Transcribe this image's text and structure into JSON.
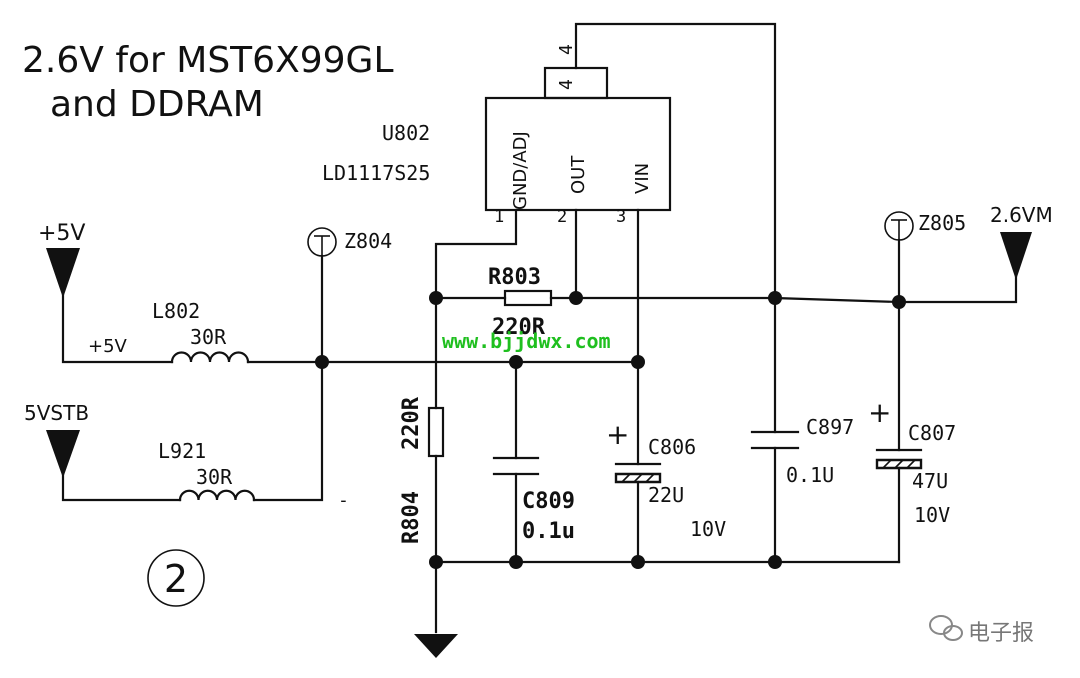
{
  "title": {
    "line1": "2.6V for MST6X99GL",
    "line2": "and DDRAM"
  },
  "regulator": {
    "ref": "U802",
    "part": "LD1117S25",
    "tab_pin": "4",
    "tab_pin_top": "4",
    "pins": [
      {
        "number": "1",
        "name": "GND/ADJ"
      },
      {
        "number": "2",
        "name": "OUT"
      },
      {
        "number": "3",
        "name": "VIN"
      }
    ]
  },
  "power_inputs": {
    "plus5v": "+5V",
    "plus5v_net": "+5V",
    "standby": "5VSTB"
  },
  "output_rail": "2.6VM",
  "test_points": [
    "Z804",
    "Z805"
  ],
  "inductors": [
    {
      "ref": "L802",
      "value": "30R"
    },
    {
      "ref": "L921",
      "value": "30R"
    }
  ],
  "resistors": [
    {
      "ref": "R803",
      "value": "220R"
    },
    {
      "ref": "R804",
      "value": "220R"
    }
  ],
  "capacitors": [
    {
      "ref": "C809",
      "value": "0.1u",
      "voltage": ""
    },
    {
      "ref": "C806",
      "value": "22U",
      "voltage": "10V"
    },
    {
      "ref": "C897",
      "value": "0.1U",
      "voltage": ""
    },
    {
      "ref": "C807",
      "value": "47U",
      "voltage": "10V"
    }
  ],
  "misc": {
    "dash": "-",
    "figure_number": "2",
    "polarity_plus": "+"
  },
  "watermark": "www.bjjdwx.com",
  "credit": {
    "icon": "wechat-icon",
    "text": "电子报"
  }
}
